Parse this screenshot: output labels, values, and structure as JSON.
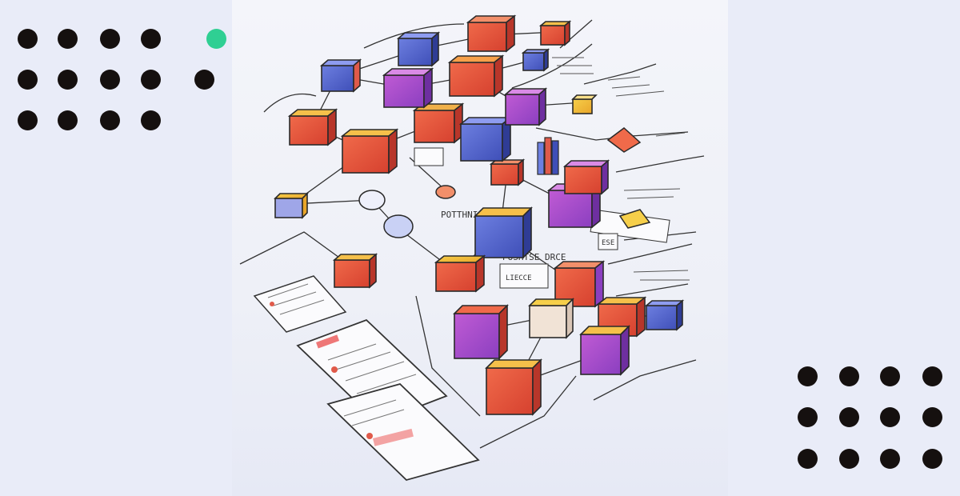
{
  "illustration": {
    "subject": "sketch-network-diagram",
    "labels": {
      "center": "PUSHTSE DRCE",
      "note_a": "POTTHNI",
      "note_b": "LIECCE",
      "note_c": "ESE"
    }
  },
  "decor": {
    "colors": {
      "background": "#e9ecf8",
      "dot": "#15100f",
      "accent_green": "#2fcf93",
      "accent_navy": "#1f1f3f"
    }
  }
}
